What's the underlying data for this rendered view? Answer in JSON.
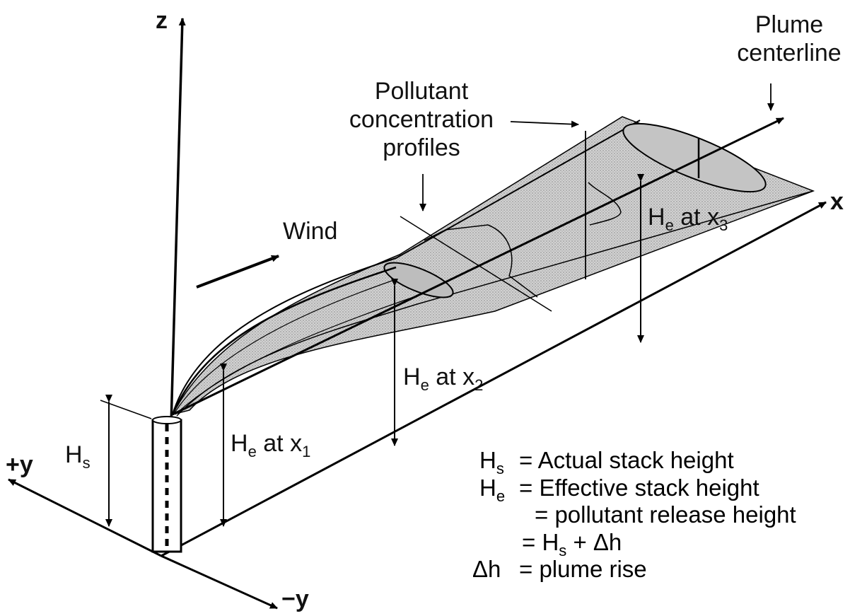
{
  "axes": {
    "z": "z",
    "x": "x",
    "plus_y": "+y",
    "minus_y": "−y"
  },
  "labels": {
    "plume_centerline_line1": "Plume",
    "plume_centerline_line2": "centerline",
    "pollutant_line1": "Pollutant",
    "pollutant_line2": "concentration",
    "pollutant_line3": "profiles",
    "wind": "Wind",
    "H": "H",
    "sub_s": "s",
    "sub_e": "e",
    "he_at": "at",
    "x_var": "x",
    "x1_sub": "1",
    "x2_sub": "2",
    "x3_sub": "3"
  },
  "legend": {
    "hs_sym": "H",
    "hs_sub": "s",
    "hs_text": "= Actual stack height",
    "he_sym": "H",
    "he_sub": "e",
    "he_text": "= Effective stack height",
    "eq1": "= pollutant release height",
    "eq2_prefix": "= H",
    "eq2_sub": "s",
    "eq2_suffix": "+ Δh",
    "dh_sym": "Δh",
    "dh_text": "= plume rise"
  },
  "colors": {
    "plume_fill": "#c8c8c8",
    "stroke": "#000000"
  }
}
